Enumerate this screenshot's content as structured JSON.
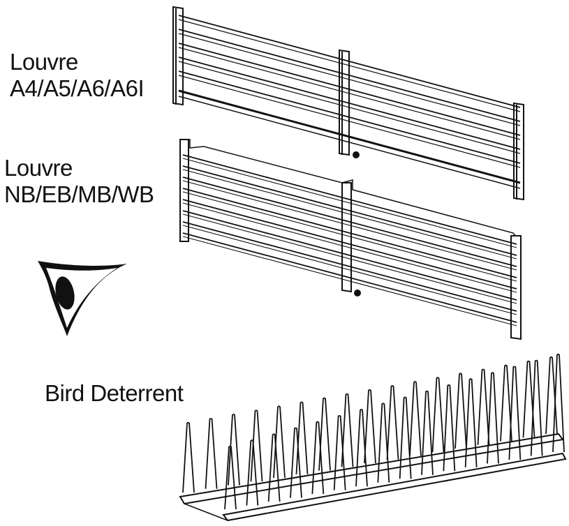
{
  "labels": {
    "louvre_a_line1": "Louvre",
    "louvre_a_line2": "A4/A5/A6/A6I",
    "louvre_b_line1": "Louvre",
    "louvre_b_line2": "NB/EB/MB/WB",
    "bird_deterrent": "Bird Deterrent"
  },
  "colors": {
    "stroke": "#111111",
    "text": "#111111"
  }
}
